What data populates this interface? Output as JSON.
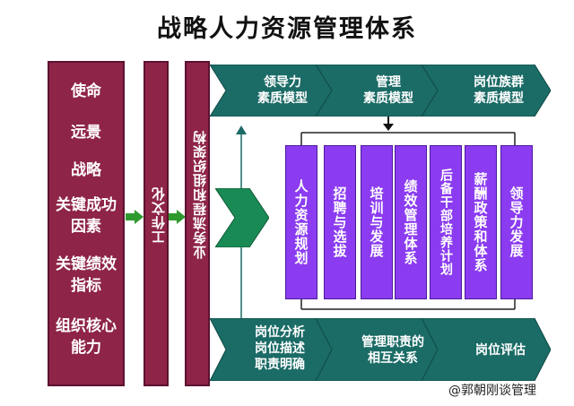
{
  "title": "战略人力资源管理体系",
  "left_items": [
    "使命",
    "远景",
    "战略",
    "关键成功\n因素",
    "关键绩效\n指标",
    "组织核心\n能力"
  ],
  "culture_label": "工作文化",
  "process_label": "业务流程和组织架构",
  "top_row": [
    "领导力\n素质模型",
    "管理\n素质模型",
    "岗位族群\n素质模型"
  ],
  "purple_boxes": [
    "人力资源规划",
    "招聘与选拔",
    "培训与发展",
    "绩效管理体系",
    "后备干部培养计划",
    "薪酬政策和体系",
    "领导力发展"
  ],
  "bottom_row": [
    "岗位分析\n岗位描述\n职责明确",
    "管理职责的\n相互关系",
    "岗位评估"
  ],
  "watermark": "@郭朝刚谈管理",
  "colors": {
    "maroon": "#8e2448",
    "teal": "#1b6b66",
    "purple": "#8b3cf0",
    "green": "#2e9a2e"
  }
}
